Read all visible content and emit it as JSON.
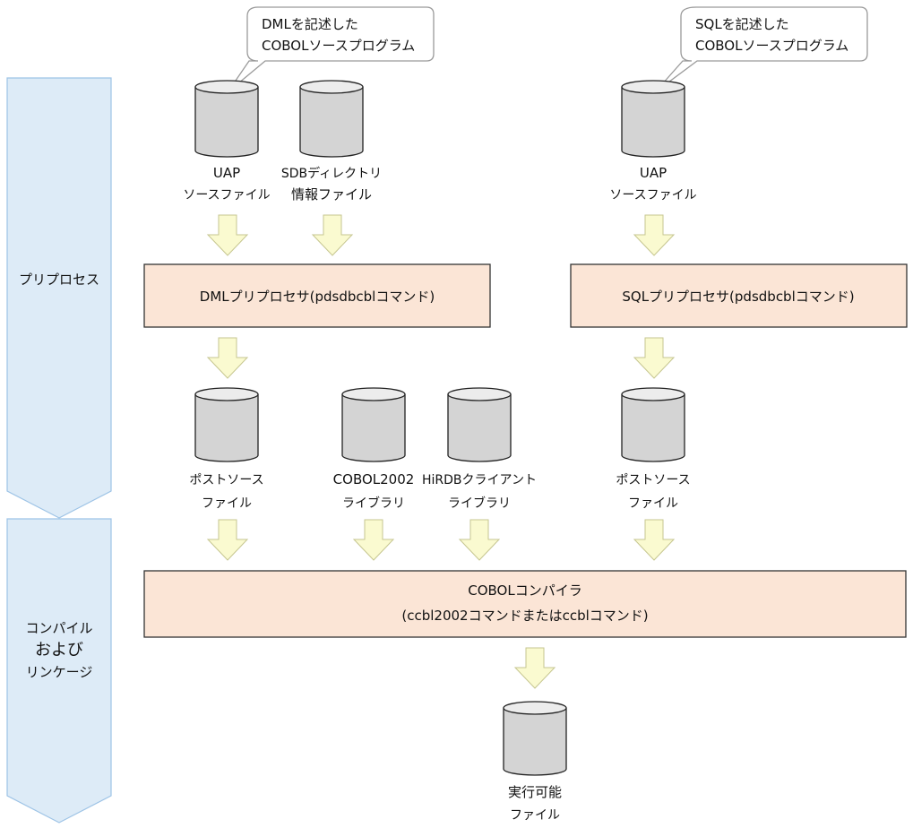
{
  "phases": {
    "preprocess": "プリプロセス",
    "compile_line1": "コンパイル",
    "compile_line2": "および",
    "compile_line3": "リンケージ"
  },
  "callouts": {
    "dml_line1": "DMLを記述した",
    "dml_line2": "COBOLソースプログラム",
    "sql_line1": "SQLを記述した",
    "sql_line2": "COBOLソースプログラム"
  },
  "files": {
    "uap_source_left_line1": "UAP",
    "uap_source_left_line2": "ソースファイル",
    "sdb_dir_line1": "SDBディレクトリ",
    "sdb_dir_line2": "情報ファイル",
    "uap_source_right_line1": "UAP",
    "uap_source_right_line2": "ソースファイル",
    "post_source_left_line1": "ポストソース",
    "post_source_left_line2": "ファイル",
    "cobol2002_lib_line1": "COBOL2002",
    "cobol2002_lib_line2": "ライブラリ",
    "hirdb_lib_line1": "HiRDBクライアント",
    "hirdb_lib_line2": "ライブラリ",
    "post_source_right_line1": "ポストソース",
    "post_source_right_line2": "ファイル",
    "executable_line1": "実行可能",
    "executable_line2": "ファイル"
  },
  "processes": {
    "dml_preprocessor": "DMLプリプロセサ(pdsdbcblコマンド)",
    "sql_preprocessor": "SQLプリプロセサ(pdsdbcblコマンド)",
    "compiler_line1": "COBOLコンパイラ",
    "compiler_line2": "(ccbl2002コマンドまたはccblコマンド)"
  }
}
